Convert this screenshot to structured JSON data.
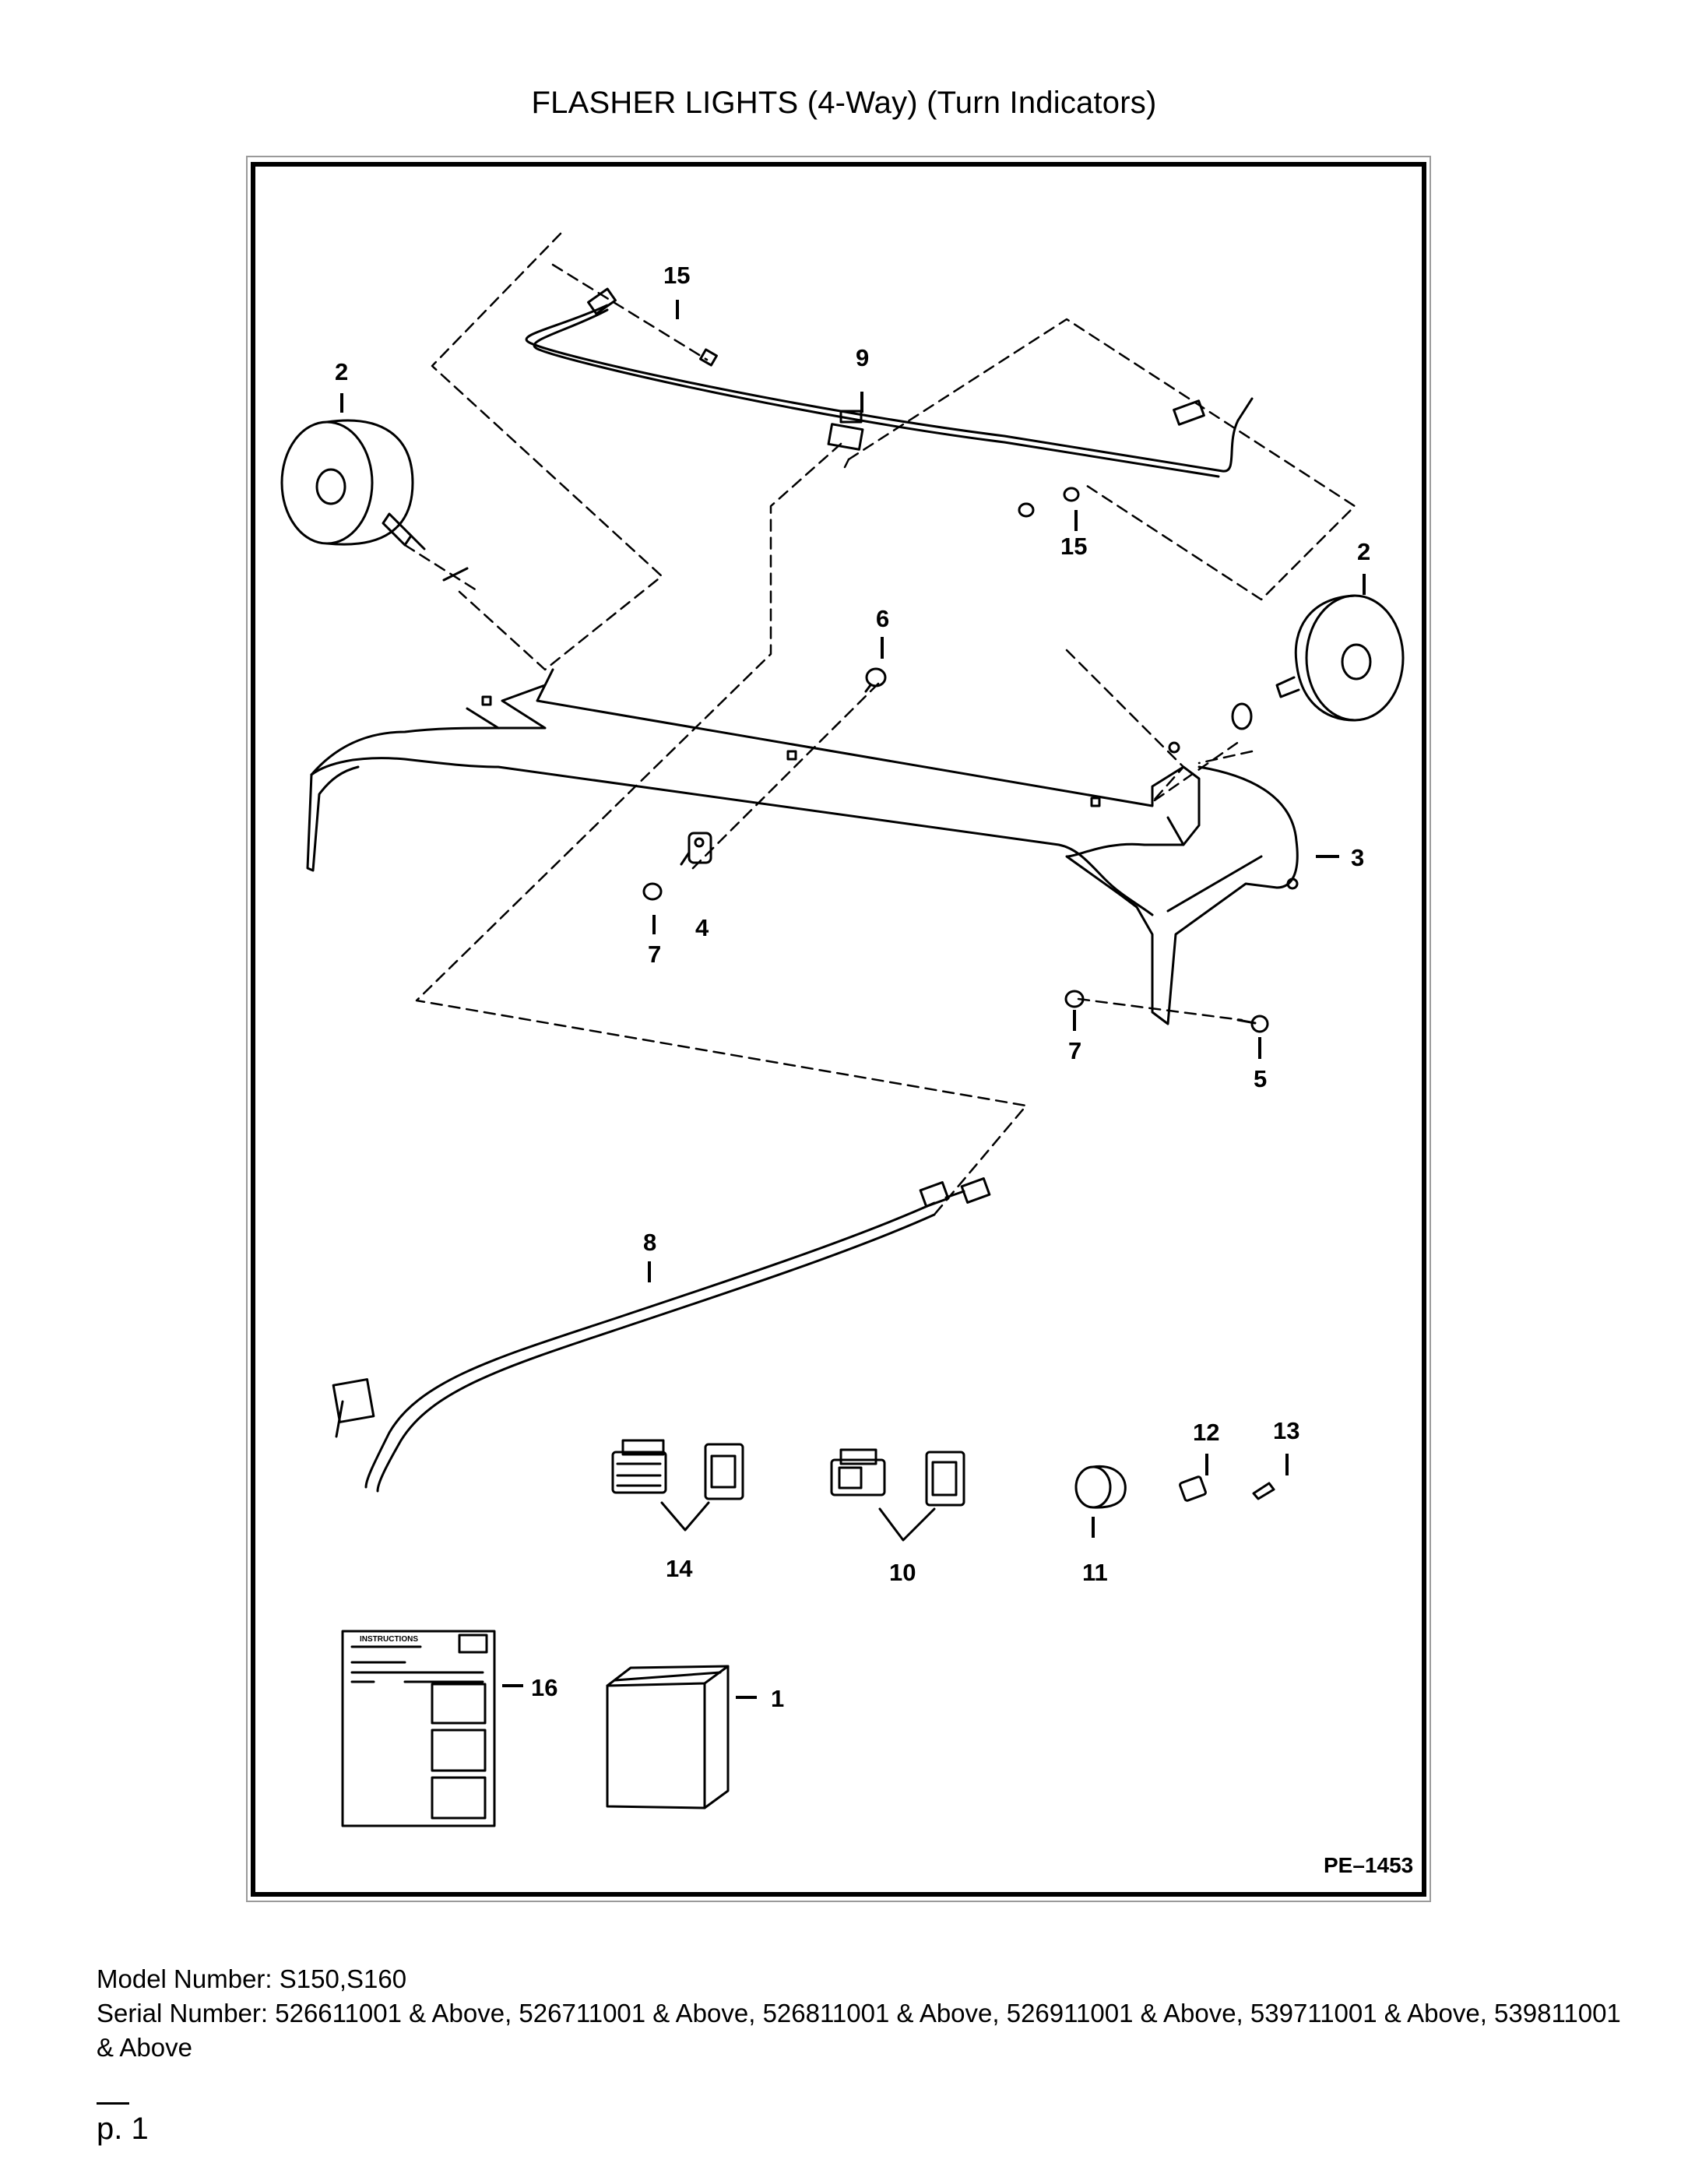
{
  "title": "FLASHER LIGHTS (4-Way) (Turn Indicators)",
  "diagram": {
    "code": "PE–1453",
    "instructions_label": "INSTRUCTIONS",
    "callouts": {
      "c1": "1",
      "c2a": "2",
      "c2b": "2",
      "c3": "3",
      "c4": "4",
      "c5": "5",
      "c6": "6",
      "c7a": "7",
      "c7b": "7",
      "c8": "8",
      "c9": "9",
      "c10": "10",
      "c11": "11",
      "c12": "12",
      "c13": "13",
      "c14": "14",
      "c15a": "15",
      "c15b": "15",
      "c16": "16"
    }
  },
  "footer": {
    "model": "Model Number: S150,S160",
    "serial": "Serial Number: 526611001 & Above, 526711001 & Above, 526811001 & Above, 526911001 & Above, 539711001 & Above, 539811001 & Above"
  },
  "page": "p. 1"
}
